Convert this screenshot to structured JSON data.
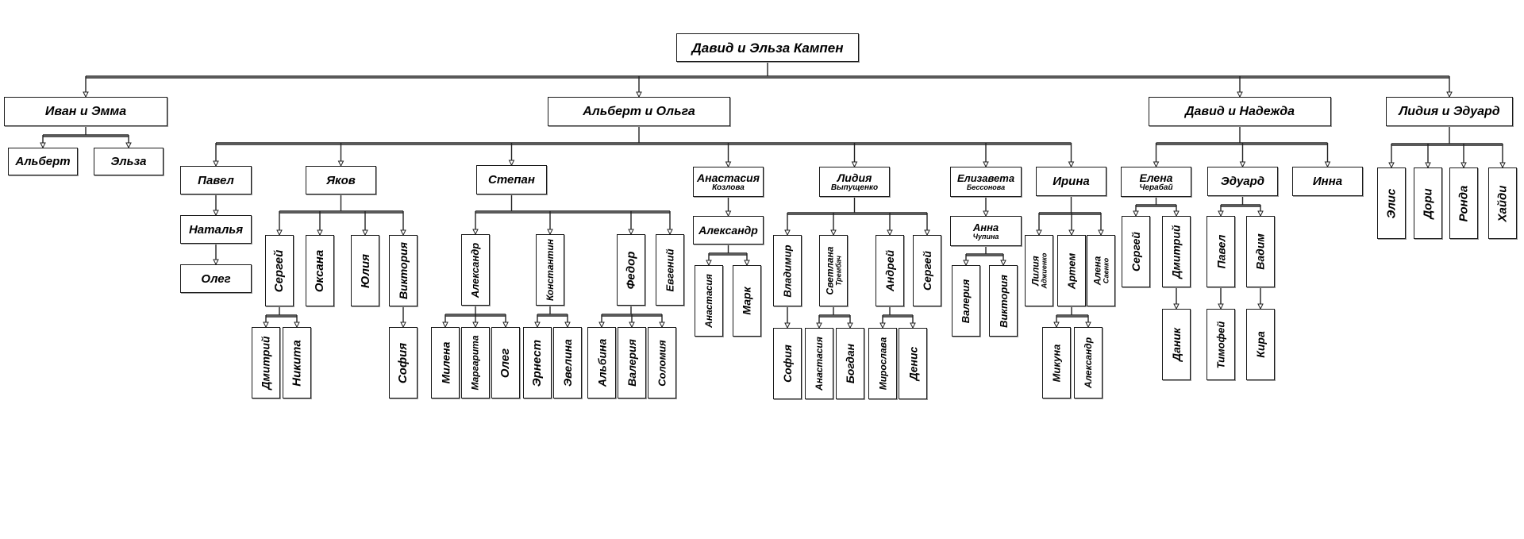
{
  "diagram": {
    "nodes": [
      {
        "id": "root",
        "text": "Давид и Эльза Кампен"
      },
      {
        "id": "ivan",
        "text": "Иван и Эмма"
      },
      {
        "id": "albert",
        "text": "Альберт"
      },
      {
        "id": "elza",
        "text": "Эльза"
      },
      {
        "id": "albertolga",
        "text": "Альберт и Ольга"
      },
      {
        "id": "pavel",
        "text": "Павел"
      },
      {
        "id": "natalya",
        "text": "Наталья"
      },
      {
        "id": "oleg",
        "text": "Олег"
      },
      {
        "id": "yakov",
        "text": "Яков"
      },
      {
        "id": "sergey1",
        "text": "Сергей"
      },
      {
        "id": "oksana",
        "text": "Оксана"
      },
      {
        "id": "yuliya",
        "text": "Юлия"
      },
      {
        "id": "viktoriya1",
        "text": "Виктория"
      },
      {
        "id": "dmitriy1",
        "text": "Дмитрий"
      },
      {
        "id": "nikita",
        "text": "Никита"
      },
      {
        "id": "sofiya1",
        "text": "София"
      },
      {
        "id": "stepan",
        "text": "Степан"
      },
      {
        "id": "aleksandr1",
        "text": "Александр"
      },
      {
        "id": "konstantin",
        "text": "Константин"
      },
      {
        "id": "fedor",
        "text": "Федор"
      },
      {
        "id": "evgeniy",
        "text": "Евгений"
      },
      {
        "id": "milena",
        "text": "Милена"
      },
      {
        "id": "margarita",
        "text": "Маргарита"
      },
      {
        "id": "oleg2",
        "text": "Олег"
      },
      {
        "id": "ernest",
        "text": "Эрнест"
      },
      {
        "id": "evelina",
        "text": "Эвелина"
      },
      {
        "id": "albina",
        "text": "Альбина"
      },
      {
        "id": "valeriya1",
        "text": "Валерия"
      },
      {
        "id": "solomiya",
        "text": "Соломия"
      },
      {
        "id": "anastasiya",
        "text": "Анастасия",
        "sub": "Козлова"
      },
      {
        "id": "aleksandr2",
        "text": "Александр"
      },
      {
        "id": "anastasiya2",
        "text": "Анастасия"
      },
      {
        "id": "mark",
        "text": "Марк"
      },
      {
        "id": "lidiya",
        "text": "Лидия",
        "sub": "Выпущенко"
      },
      {
        "id": "vladimir",
        "text": "Владимир"
      },
      {
        "id": "svetlana",
        "text": "Светлана",
        "sub": "Трембач"
      },
      {
        "id": "andrey",
        "text": "Андрей"
      },
      {
        "id": "sergey2",
        "text": "Сергей"
      },
      {
        "id": "sofiya2",
        "text": "София"
      },
      {
        "id": "anastasiya3",
        "text": "Анастасия"
      },
      {
        "id": "bogdan",
        "text": "Богдан"
      },
      {
        "id": "miroslava",
        "text": "Мирослава"
      },
      {
        "id": "denis",
        "text": "Денис"
      },
      {
        "id": "elizaveta",
        "text": "Елизавета",
        "sub": "Бессонова"
      },
      {
        "id": "anna",
        "text": "Анна",
        "sub": "Чупина"
      },
      {
        "id": "valeriya2",
        "text": "Валерия"
      },
      {
        "id": "viktoriya2",
        "text": "Виктория"
      },
      {
        "id": "irina",
        "text": "Ирина"
      },
      {
        "id": "liliya",
        "text": "Лилия",
        "sub": "Аджиенко"
      },
      {
        "id": "artem",
        "text": "Артем"
      },
      {
        "id": "alena",
        "text": "Алена",
        "sub": "Саенко"
      },
      {
        "id": "mikuna",
        "text": "Микуна"
      },
      {
        "id": "aleksandr3",
        "text": "Александр"
      },
      {
        "id": "davidnad",
        "text": "Давид и Надежда"
      },
      {
        "id": "elena",
        "text": "Елена",
        "sub": "Черабай"
      },
      {
        "id": "sergey3",
        "text": "Сергей"
      },
      {
        "id": "dmitriy2",
        "text": "Дмитрий"
      },
      {
        "id": "danik",
        "text": "Даник"
      },
      {
        "id": "eduard",
        "text": "Эдуард"
      },
      {
        "id": "pavel2",
        "text": "Павел"
      },
      {
        "id": "vadim",
        "text": "Вадим"
      },
      {
        "id": "timofey",
        "text": "Тимофей"
      },
      {
        "id": "kira",
        "text": "Кира"
      },
      {
        "id": "inna",
        "text": "Инна"
      },
      {
        "id": "lidiyaed",
        "text": "Лидия и Эдуард"
      },
      {
        "id": "elis",
        "text": "Элис"
      },
      {
        "id": "dori",
        "text": "Дори"
      },
      {
        "id": "ronda",
        "text": "Ронда"
      },
      {
        "id": "khaydi",
        "text": "Хайди"
      }
    ],
    "edges": [
      [
        "root",
        "ivan"
      ],
      [
        "root",
        "albertolga"
      ],
      [
        "root",
        "davidnad"
      ],
      [
        "root",
        "lidiyaed"
      ],
      [
        "ivan",
        "albert"
      ],
      [
        "ivan",
        "elza"
      ],
      [
        "albertolga",
        "pavel"
      ],
      [
        "albertolga",
        "yakov"
      ],
      [
        "albertolga",
        "stepan"
      ],
      [
        "albertolga",
        "anastasiya"
      ],
      [
        "albertolga",
        "lidiya"
      ],
      [
        "albertolga",
        "elizaveta"
      ],
      [
        "albertolga",
        "irina"
      ],
      [
        "pavel",
        "natalya"
      ],
      [
        "natalya",
        "oleg"
      ],
      [
        "yakov",
        "sergey1"
      ],
      [
        "yakov",
        "oksana"
      ],
      [
        "yakov",
        "yuliya"
      ],
      [
        "yakov",
        "viktoriya1"
      ],
      [
        "sergey1",
        "dmitriy1"
      ],
      [
        "sergey1",
        "nikita"
      ],
      [
        "viktoriya1",
        "sofiya1"
      ],
      [
        "stepan",
        "aleksandr1"
      ],
      [
        "stepan",
        "konstantin"
      ],
      [
        "stepan",
        "fedor"
      ],
      [
        "stepan",
        "evgeniy"
      ],
      [
        "aleksandr1",
        "milena"
      ],
      [
        "aleksandr1",
        "margarita"
      ],
      [
        "aleksandr1",
        "oleg2"
      ],
      [
        "konstantin",
        "ernest"
      ],
      [
        "konstantin",
        "evelina"
      ],
      [
        "fedor",
        "albina"
      ],
      [
        "fedor",
        "valeriya1"
      ],
      [
        "fedor",
        "solomiya"
      ],
      [
        "anastasiya",
        "aleksandr2"
      ],
      [
        "aleksandr2",
        "anastasiya2"
      ],
      [
        "aleksandr2",
        "mark"
      ],
      [
        "lidiya",
        "vladimir"
      ],
      [
        "lidiya",
        "svetlana"
      ],
      [
        "lidiya",
        "andrey"
      ],
      [
        "lidiya",
        "sergey2"
      ],
      [
        "vladimir",
        "sofiya2"
      ],
      [
        "svetlana",
        "anastasiya3"
      ],
      [
        "svetlana",
        "bogdan"
      ],
      [
        "andrey",
        "miroslava"
      ],
      [
        "andrey",
        "denis"
      ],
      [
        "elizaveta",
        "anna"
      ],
      [
        "anna",
        "valeriya2"
      ],
      [
        "anna",
        "viktoriya2"
      ],
      [
        "irina",
        "liliya"
      ],
      [
        "irina",
        "artem"
      ],
      [
        "irina",
        "alena"
      ],
      [
        "artem",
        "mikuna"
      ],
      [
        "artem",
        "aleksandr3"
      ],
      [
        "davidnad",
        "elena"
      ],
      [
        "davidnad",
        "eduard"
      ],
      [
        "davidnad",
        "inna"
      ],
      [
        "elena",
        "sergey3"
      ],
      [
        "elena",
        "dmitriy2"
      ],
      [
        "dmitriy2",
        "danik"
      ],
      [
        "eduard",
        "pavel2"
      ],
      [
        "eduard",
        "vadim"
      ],
      [
        "pavel2",
        "timofey"
      ],
      [
        "vadim",
        "kira"
      ],
      [
        "lidiyaed",
        "elis"
      ],
      [
        "lidiyaed",
        "dori"
      ],
      [
        "lidiyaed",
        "ronda"
      ],
      [
        "lidiyaed",
        "khaydi"
      ]
    ]
  }
}
